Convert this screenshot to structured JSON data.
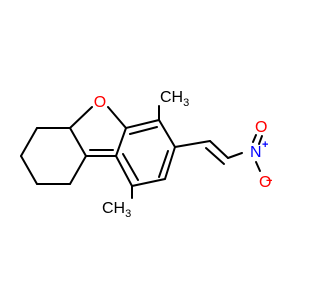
{
  "molecule": {
    "labels": {
      "ring_oxygen": "O",
      "methyl_top": "CH",
      "methyl_top_sub": "3",
      "methyl_bottom": "CH",
      "methyl_bottom_sub": "3",
      "nitro_n": "N",
      "nitro_n_charge": "+",
      "nitro_o_top": "O",
      "nitro_o_bottom": "O",
      "nitro_o_bottom_charge": "−"
    },
    "colors": {
      "bond": "#000000",
      "carbon_text": "#000000",
      "oxygen": "#ff0000",
      "nitrogen": "#0000ff"
    }
  }
}
